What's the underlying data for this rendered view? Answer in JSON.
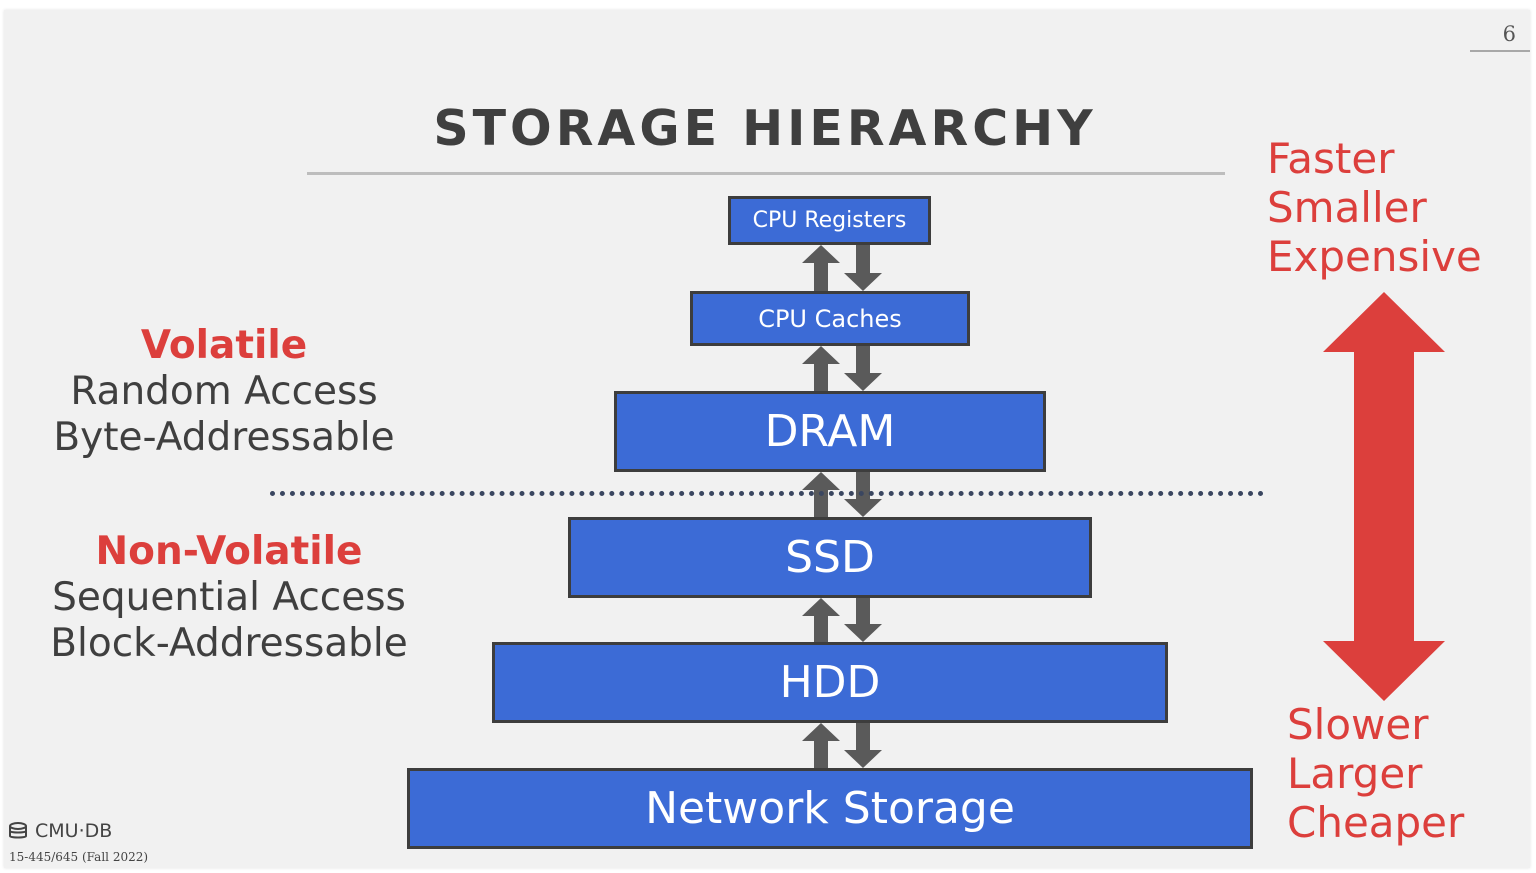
{
  "slide": {
    "page_number": "6",
    "title": "STORAGE HIERARCHY",
    "footer": {
      "logo_text": "CMU·DB",
      "course": "15-445/645 (Fall 2022)"
    }
  },
  "hierarchy": [
    {
      "label": "CPU Registers"
    },
    {
      "label": "CPU Caches"
    },
    {
      "label": "DRAM"
    },
    {
      "label": "SSD"
    },
    {
      "label": "HDD"
    },
    {
      "label": "Network Storage"
    }
  ],
  "left_labels": {
    "volatile": {
      "heading": "Volatile",
      "lines": [
        "Random Access",
        "Byte-Addressable"
      ]
    },
    "non_volatile": {
      "heading": "Non-Volatile",
      "lines": [
        "Sequential Access",
        "Block-Addressable"
      ]
    }
  },
  "right_labels": {
    "top": [
      "Faster",
      "Smaller",
      "Expensive"
    ],
    "bottom": [
      "Slower",
      "Larger",
      "Cheaper"
    ]
  },
  "colors": {
    "box_fill": "#3c6bd6",
    "accent_red": "#dc3f3c",
    "arrow_gray": "#5a5a5a",
    "text_dark": "#3f3f3f"
  }
}
